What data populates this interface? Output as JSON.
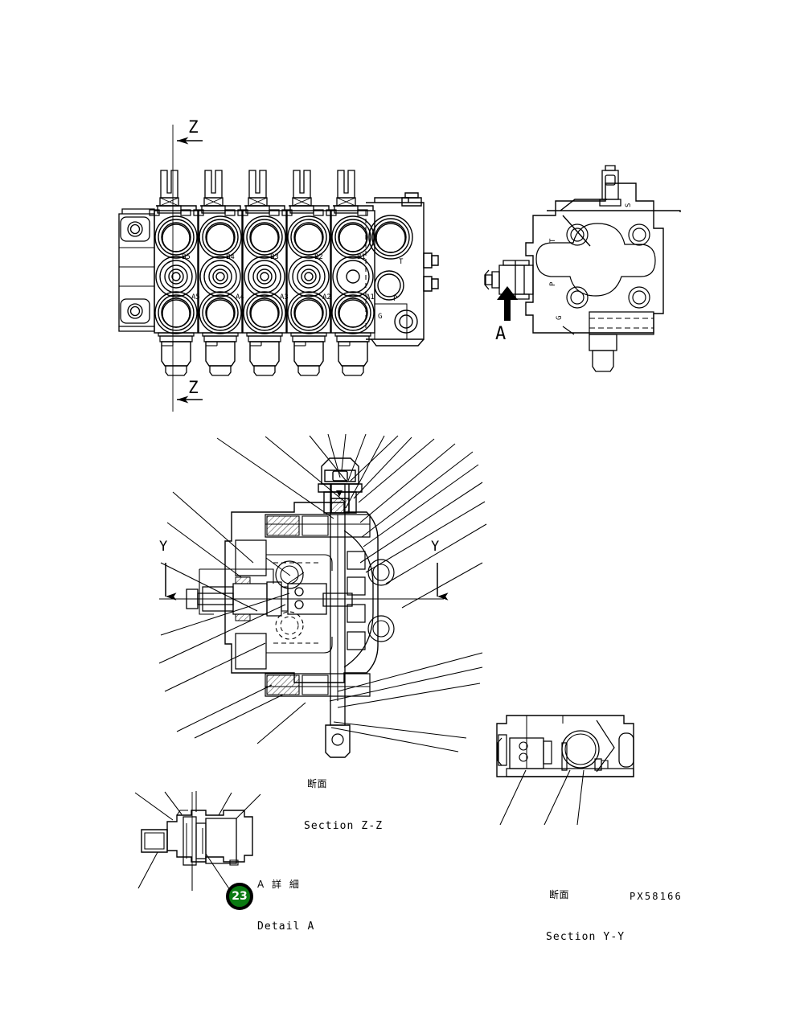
{
  "document": {
    "drawing_code": "PX58166",
    "page_number": "23",
    "sheet_background": "#ffffff",
    "line_color": "#000000",
    "badge_color": "#0a7a12"
  },
  "views": {
    "plan": {
      "name": "main-valve-plan-view",
      "section_marker_top": "Z",
      "section_marker_bottom": "Z",
      "spool_count": 5,
      "ports_upper": [
        "B5",
        "B4",
        "B3",
        "B2",
        "B1"
      ],
      "ports_lower": [
        "A5",
        "A4",
        "A3",
        "A2",
        "A1"
      ],
      "end_block_ports": [
        "T",
        "P",
        "G"
      ]
    },
    "side": {
      "name": "valve-side-view",
      "detail_arrow_label": "A",
      "ports": [
        "T",
        "P",
        "G",
        "S"
      ]
    },
    "section_zz": {
      "jp": "断面",
      "en": "Section Z-Z",
      "marker_left": "Y",
      "marker_right": "Y",
      "leader_count": 26
    },
    "section_yy": {
      "jp": "断面",
      "en": "Section Y-Y",
      "leader_count": 3
    },
    "detail_a": {
      "jp": "A 詳 細",
      "en": "Detail A",
      "leader_count": 7
    }
  }
}
